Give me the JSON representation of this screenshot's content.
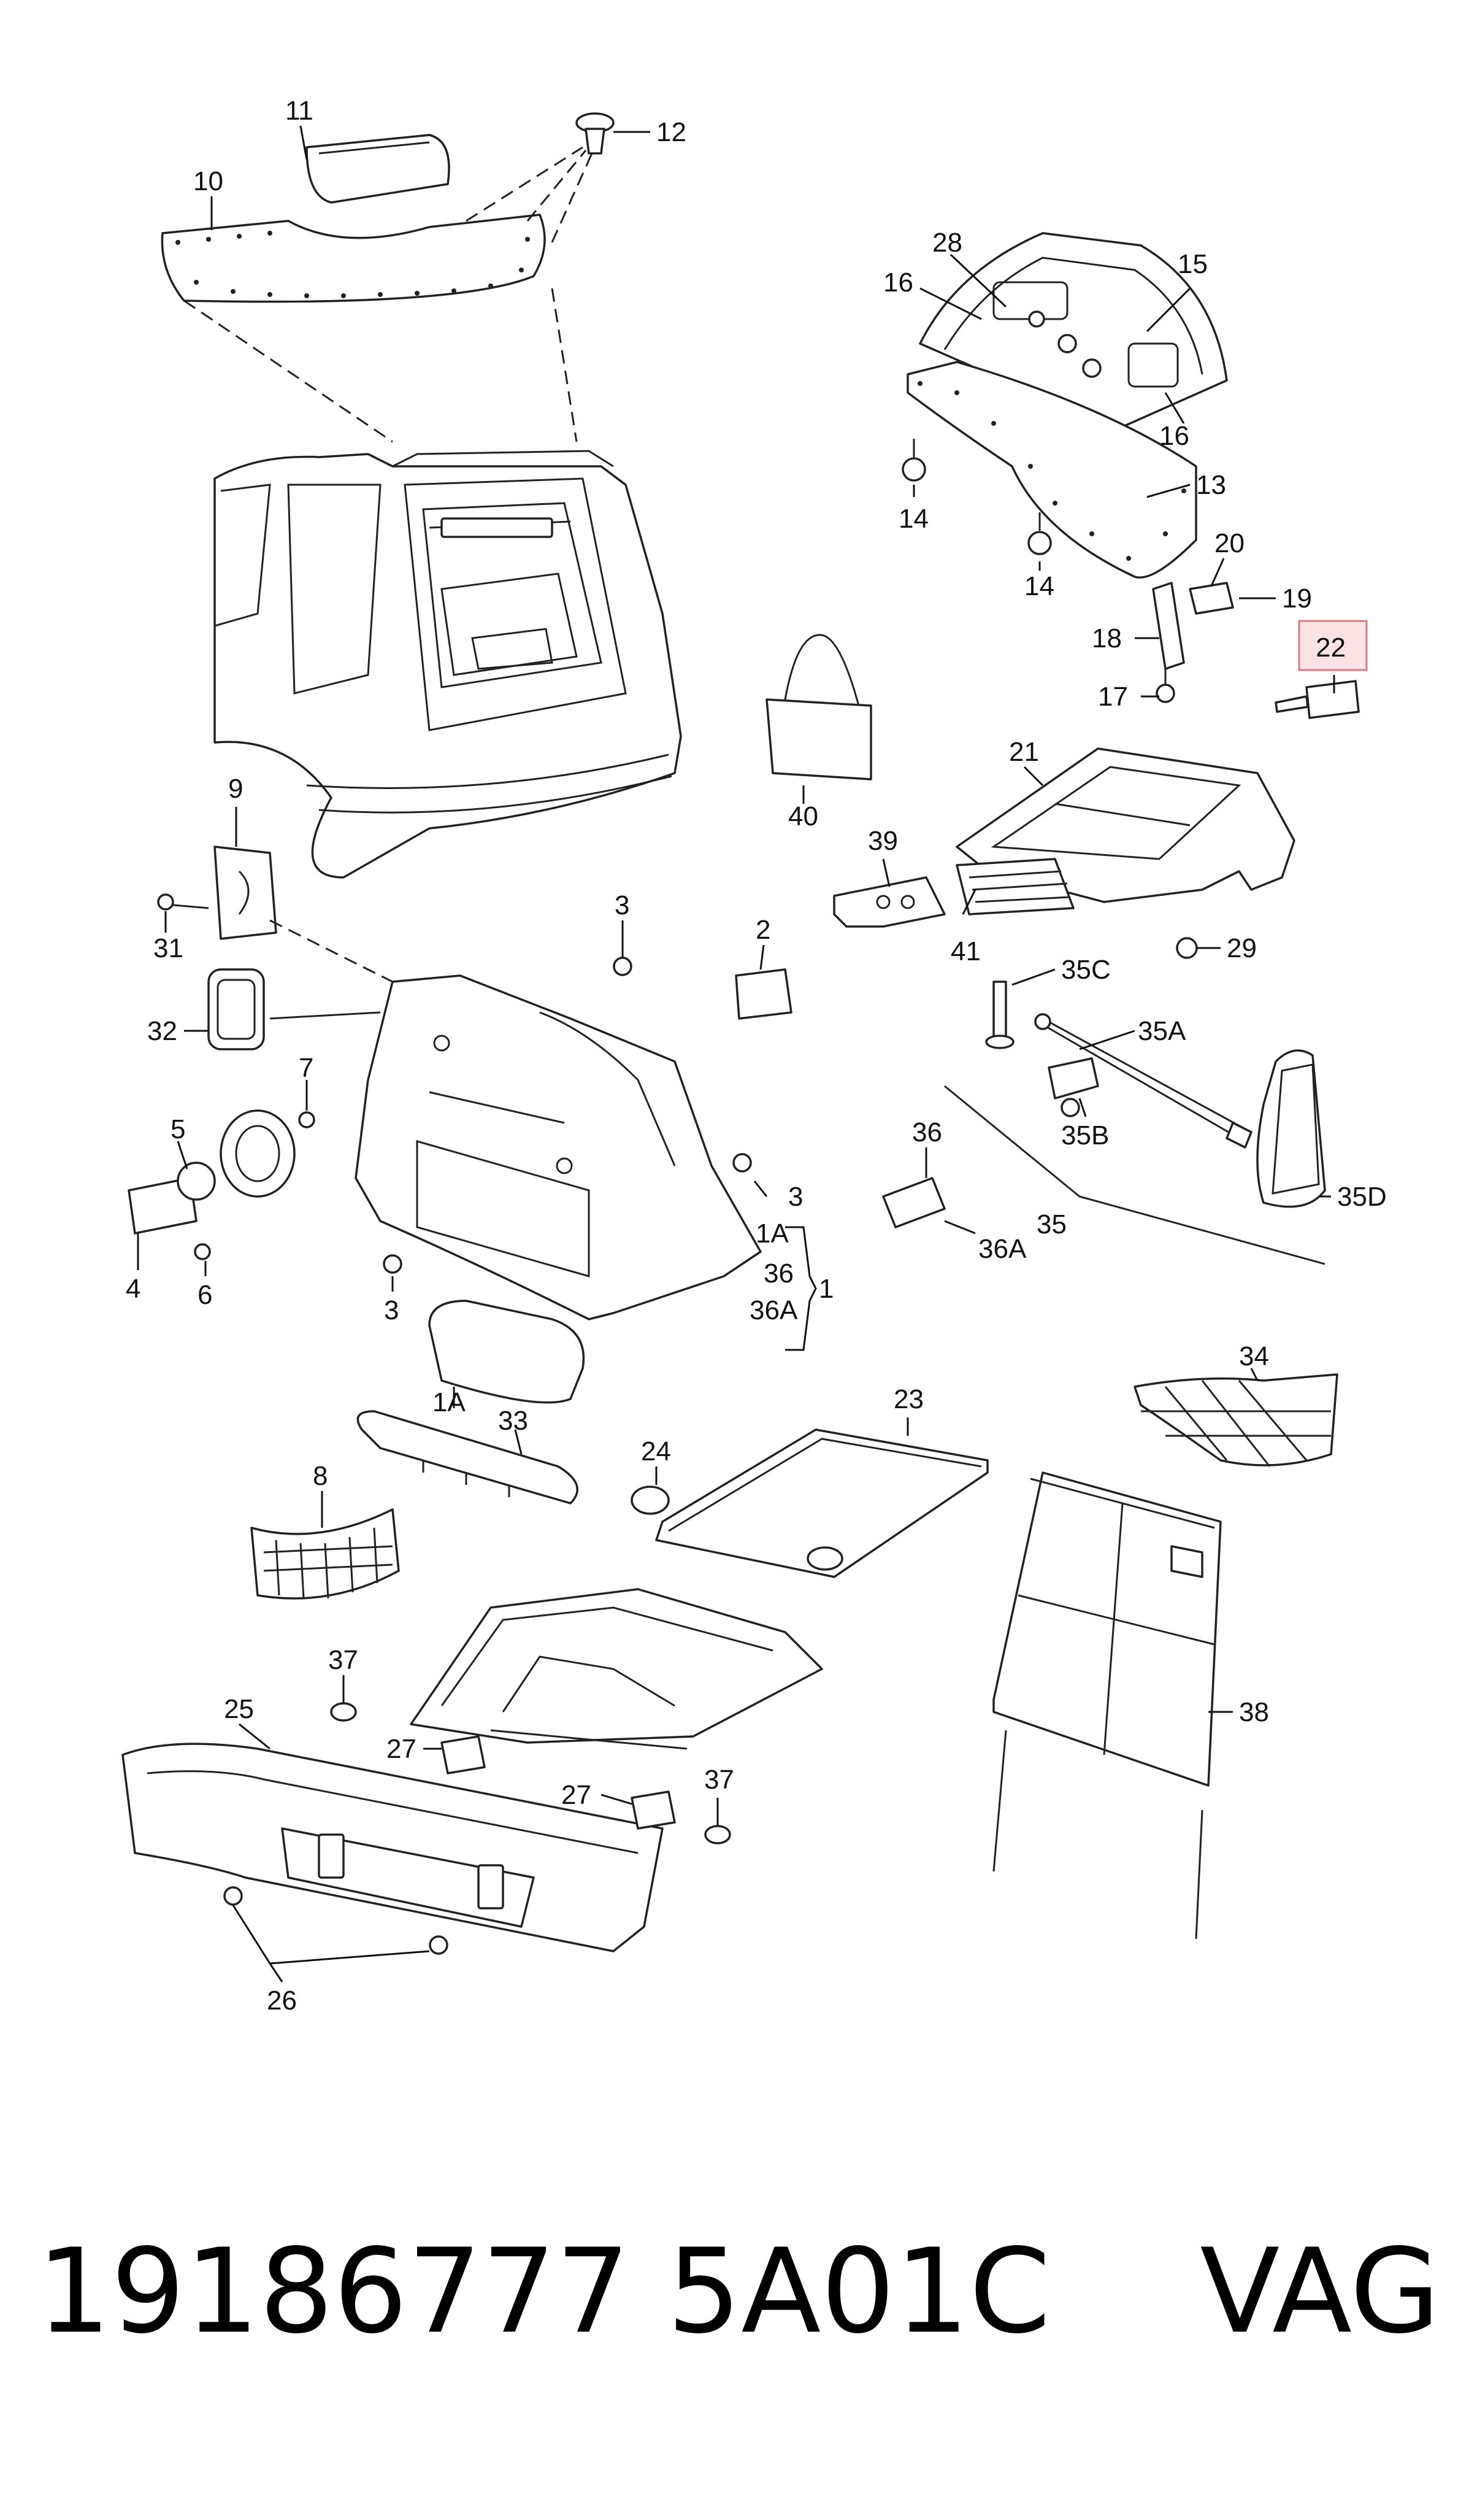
{
  "diagram": {
    "highlight_color": "#f2c0c4",
    "callouts": [
      {
        "id": "c-11",
        "text": "11"
      },
      {
        "id": "c-12",
        "text": "12"
      },
      {
        "id": "c-10",
        "text": "10"
      },
      {
        "id": "c-28",
        "text": "28"
      },
      {
        "id": "c-15",
        "text": "15"
      },
      {
        "id": "c-16a",
        "text": "16"
      },
      {
        "id": "c-16b",
        "text": "16"
      },
      {
        "id": "c-13",
        "text": "13"
      },
      {
        "id": "c-14a",
        "text": "14"
      },
      {
        "id": "c-14b",
        "text": "14"
      },
      {
        "id": "c-20",
        "text": "20"
      },
      {
        "id": "c-19",
        "text": "19"
      },
      {
        "id": "c-18",
        "text": "18"
      },
      {
        "id": "c-17",
        "text": "17"
      },
      {
        "id": "c-22",
        "text": "22"
      },
      {
        "id": "c-40",
        "text": "40"
      },
      {
        "id": "c-21",
        "text": "21"
      },
      {
        "id": "c-39",
        "text": "39"
      },
      {
        "id": "c-41",
        "text": "41"
      },
      {
        "id": "c-29",
        "text": "29"
      },
      {
        "id": "c-9",
        "text": "9"
      },
      {
        "id": "c-31",
        "text": "31"
      },
      {
        "id": "c-32",
        "text": "32"
      },
      {
        "id": "c-3a",
        "text": "3"
      },
      {
        "id": "c-2",
        "text": "2"
      },
      {
        "id": "c-35C",
        "text": "35C"
      },
      {
        "id": "c-35A",
        "text": "35A"
      },
      {
        "id": "c-35B",
        "text": "35B"
      },
      {
        "id": "c-35D",
        "text": "35D"
      },
      {
        "id": "c-35",
        "text": "35"
      },
      {
        "id": "c-36",
        "text": "36"
      },
      {
        "id": "c-36A",
        "text": "36A"
      },
      {
        "id": "c-7",
        "text": "7"
      },
      {
        "id": "c-5",
        "text": "5"
      },
      {
        "id": "c-4",
        "text": "4"
      },
      {
        "id": "c-6",
        "text": "6"
      },
      {
        "id": "c-3b",
        "text": "3"
      },
      {
        "id": "c-3c",
        "text": "3"
      },
      {
        "id": "c-1Aa",
        "text": "1A"
      },
      {
        "id": "c-36b",
        "text": "36"
      },
      {
        "id": "c-36Ab",
        "text": "36A"
      },
      {
        "id": "c-1",
        "text": "1"
      },
      {
        "id": "c-1Ab",
        "text": "1A"
      },
      {
        "id": "c-33",
        "text": "33"
      },
      {
        "id": "c-8",
        "text": "8"
      },
      {
        "id": "c-34",
        "text": "34"
      },
      {
        "id": "c-23",
        "text": "23"
      },
      {
        "id": "c-24",
        "text": "24"
      },
      {
        "id": "c-38",
        "text": "38"
      },
      {
        "id": "c-37a",
        "text": "37"
      },
      {
        "id": "c-25",
        "text": "25"
      },
      {
        "id": "c-27a",
        "text": "27"
      },
      {
        "id": "c-27b",
        "text": "27"
      },
      {
        "id": "c-37b",
        "text": "37"
      },
      {
        "id": "c-26",
        "text": "26"
      }
    ]
  },
  "footer": {
    "part_number": "19186777 5A01C",
    "brand": "VAG"
  }
}
